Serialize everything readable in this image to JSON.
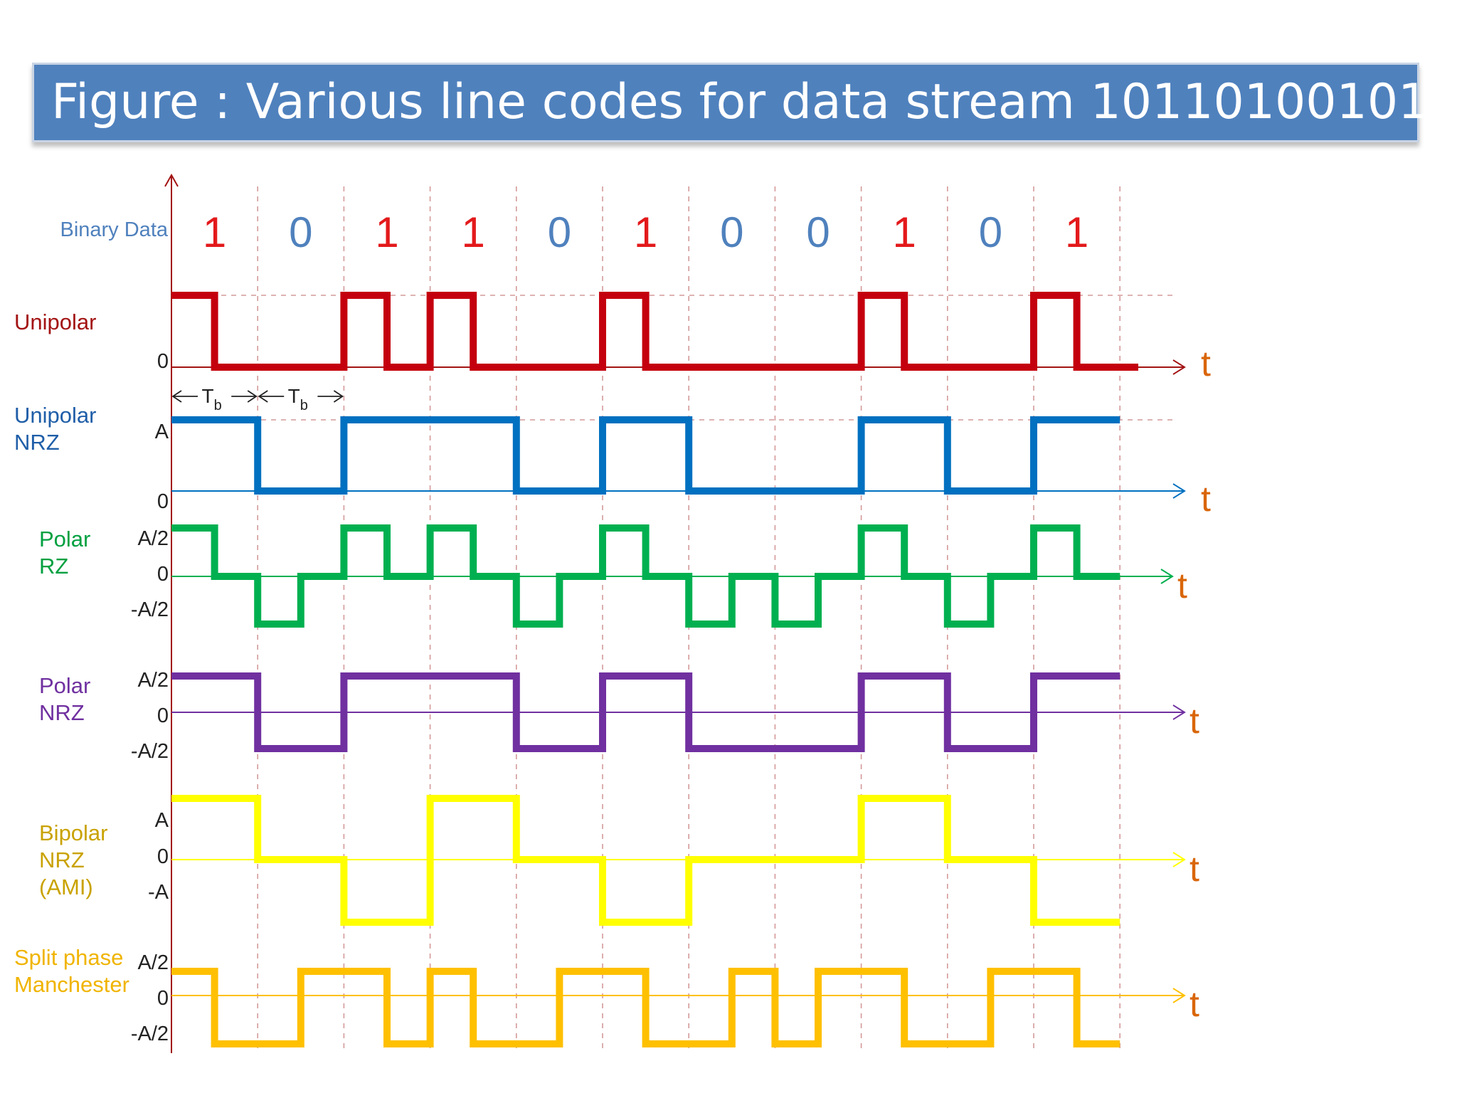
{
  "title": "Figure : Various line codes for data stream 10110100101",
  "binary_data_label": "Binary Data",
  "bits": [
    "1",
    "0",
    "1",
    "1",
    "0",
    "1",
    "0",
    "0",
    "1",
    "0",
    "1"
  ],
  "period_label": {
    "main": "T",
    "sub": "b"
  },
  "time_label": "t",
  "colors": {
    "bit_one": "#e3191b",
    "bit_zero": "#4f81bd",
    "binary_label": "#4f81bd",
    "axis_main": "#a31313",
    "grid": "#d49a9a",
    "time_label": "#d9660a"
  },
  "waveforms": [
    {
      "id": "unipolar",
      "label_lines": [
        "Unipolar"
      ],
      "level_labels": [
        "0"
      ],
      "color": "#c4000e",
      "label_color": "#a31313",
      "levels": [
        1,
        0,
        1,
        1,
        0,
        1,
        0,
        0,
        1,
        0,
        1
      ],
      "code": "unipolar-rz"
    },
    {
      "id": "unipolar-nrz",
      "label_lines": [
        "Unipolar",
        "NRZ"
      ],
      "level_labels": [
        "A",
        "0"
      ],
      "color": "#0070c0",
      "label_color": "#1f5ea8",
      "levels": [
        1,
        0,
        1,
        1,
        0,
        1,
        0,
        0,
        1,
        0,
        1
      ],
      "code": "unipolar-nrz"
    },
    {
      "id": "polar-rz",
      "label_lines": [
        "Polar",
        "RZ"
      ],
      "level_labels": [
        "A/2",
        "0",
        "-A/2"
      ],
      "color": "#00b050",
      "label_color": "#00a040",
      "levels": [
        1,
        0,
        1,
        1,
        0,
        1,
        0,
        0,
        1,
        0,
        1
      ],
      "code": "polar-rz"
    },
    {
      "id": "polar-nrz",
      "label_lines": [
        "Polar",
        "NRZ"
      ],
      "level_labels": [
        "A/2",
        "0",
        "-A/2"
      ],
      "color": "#7030a0",
      "label_color": "#7030a0",
      "levels": [
        1,
        0,
        1,
        1,
        0,
        1,
        0,
        0,
        1,
        0,
        1
      ],
      "code": "polar-nrz"
    },
    {
      "id": "bipolar-nrz",
      "label_lines": [
        "Bipolar",
        "NRZ",
        "(AMI)"
      ],
      "level_labels": [
        "A",
        "0",
        "-A"
      ],
      "color": "#ffff00",
      "label_color": "#c9a200",
      "levels": [
        1,
        0,
        -1,
        1,
        0,
        -1,
        0,
        0,
        1,
        0,
        -1
      ],
      "code": "bipolar-ami"
    },
    {
      "id": "manchester",
      "label_lines": [
        "Split phase",
        "Manchester"
      ],
      "level_labels": [
        "A/2",
        "0",
        "-A/2"
      ],
      "color": "#ffc000",
      "label_color": "#f0b400",
      "levels": [
        1,
        0,
        1,
        1,
        0,
        1,
        0,
        0,
        1,
        0,
        1
      ],
      "code": "manchester"
    }
  ]
}
